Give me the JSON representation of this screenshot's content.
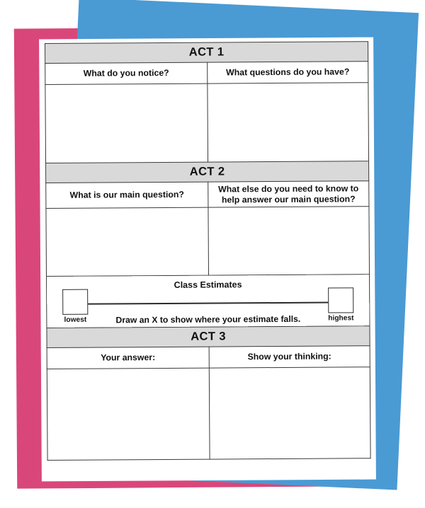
{
  "document": {
    "kind": "three-act-math-task-worksheet",
    "sheets": [
      {
        "name": "pink-sheet",
        "color": "#d9477a"
      },
      {
        "name": "blue-sheet",
        "color": "#4a9ad4"
      },
      {
        "name": "white-sheet",
        "color": "#ffffff"
      }
    ],
    "header_fill": "#d9d9d9",
    "border_color": "#3a3a3a"
  },
  "act1": {
    "title": "ACT 1",
    "columns": [
      {
        "label": "What do you notice?",
        "value": ""
      },
      {
        "label": "What questions do you have?",
        "value": ""
      }
    ]
  },
  "act2": {
    "title": "ACT 2",
    "columns": [
      {
        "label": "What is our main question?",
        "value": ""
      },
      {
        "label": "What else do you need to know to help answer our main question?",
        "value": ""
      }
    ]
  },
  "estimates": {
    "title": "Class Estimates",
    "lowest_label": "lowest",
    "highest_label": "highest",
    "instruction": "Draw an X to show where your estimate falls.",
    "lowest_value": "",
    "highest_value": ""
  },
  "act3": {
    "title": "ACT 3",
    "columns": [
      {
        "label": "Your answer:",
        "value": ""
      },
      {
        "label": "Show your thinking:",
        "value": ""
      }
    ]
  },
  "footer": {
    "credit": ""
  }
}
